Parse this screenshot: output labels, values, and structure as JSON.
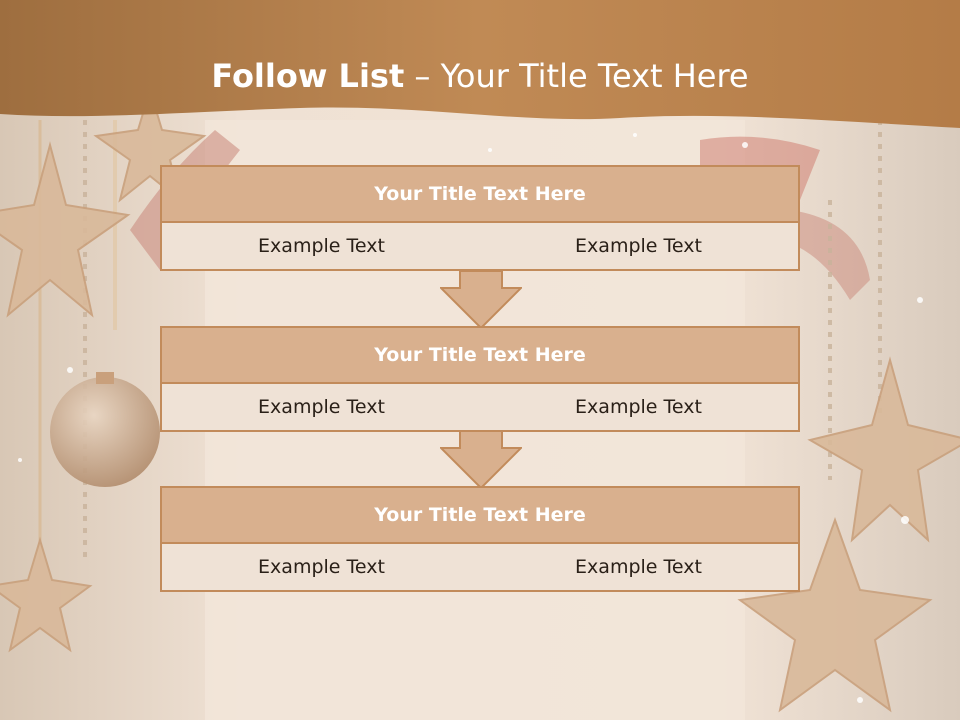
{
  "slide": {
    "title_bold": "Follow List",
    "title_rest": " – Your Title Text Here"
  },
  "steps": [
    {
      "title": "Your Title Text Here",
      "left": "Example Text",
      "right": "Example Text"
    },
    {
      "title": "Your Title Text Here",
      "left": "Example Text",
      "right": "Example Text"
    },
    {
      "title": "Your Title Text Here",
      "left": "Example Text",
      "right": "Example Text"
    }
  ],
  "colors": {
    "header_band": "#b9824f",
    "block_title_fill": "#d9b08e",
    "block_border": "#c28b5b",
    "block_cell_fill": "#efe2d6",
    "arrow_fill": "#d9b08e"
  },
  "icons": [
    "down-arrow-icon",
    "star-ornament-icon",
    "bauble-ornament-icon"
  ]
}
